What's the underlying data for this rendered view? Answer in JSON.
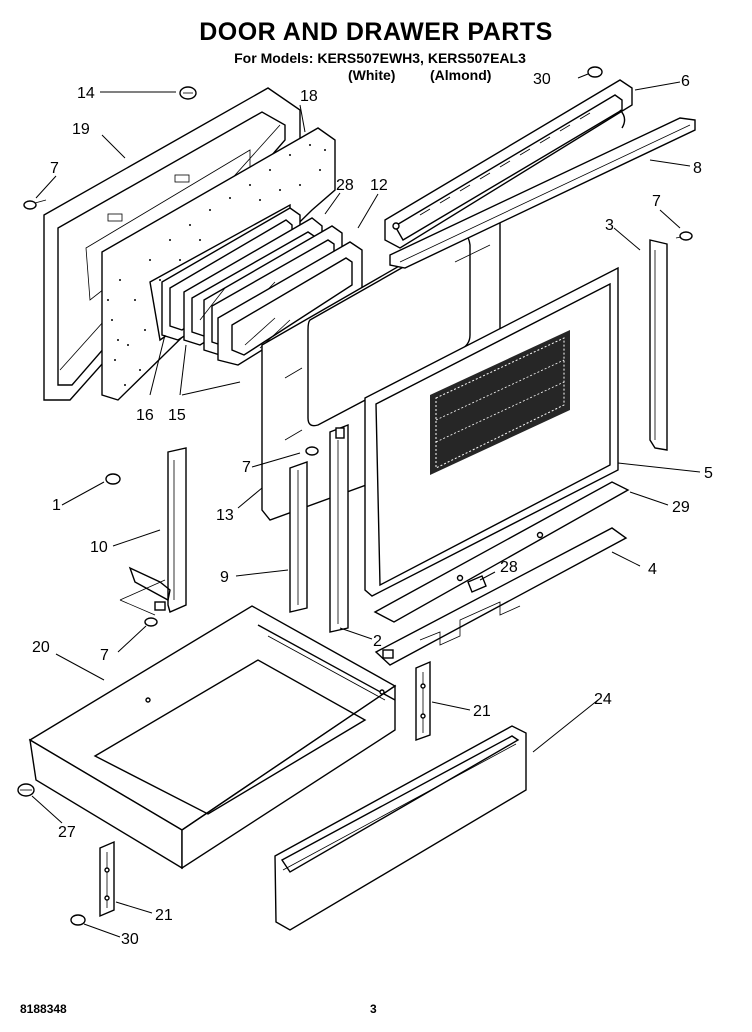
{
  "header": {
    "title": "DOOR AND DRAWER PARTS",
    "models_line": "For Models: KERS507EWH3, KERS507EAL3",
    "variant_white": "(White)",
    "variant_almond": "(Almond)"
  },
  "footer": {
    "doc_number": "8188348",
    "page_number": "3"
  },
  "part_labels": {
    "p1": "1",
    "p2": "2",
    "p3": "3",
    "p4": "4",
    "p5": "5",
    "p6": "6",
    "p7": "7",
    "p8": "8",
    "p9": "9",
    "p10": "10",
    "p12": "12",
    "p13": "13",
    "p14": "14",
    "p15": "15",
    "p16": "16",
    "p18": "18",
    "p19": "19",
    "p20": "20",
    "p21": "21",
    "p24": "24",
    "p27": "27",
    "p28": "28",
    "p29": "29",
    "p30": "30"
  }
}
